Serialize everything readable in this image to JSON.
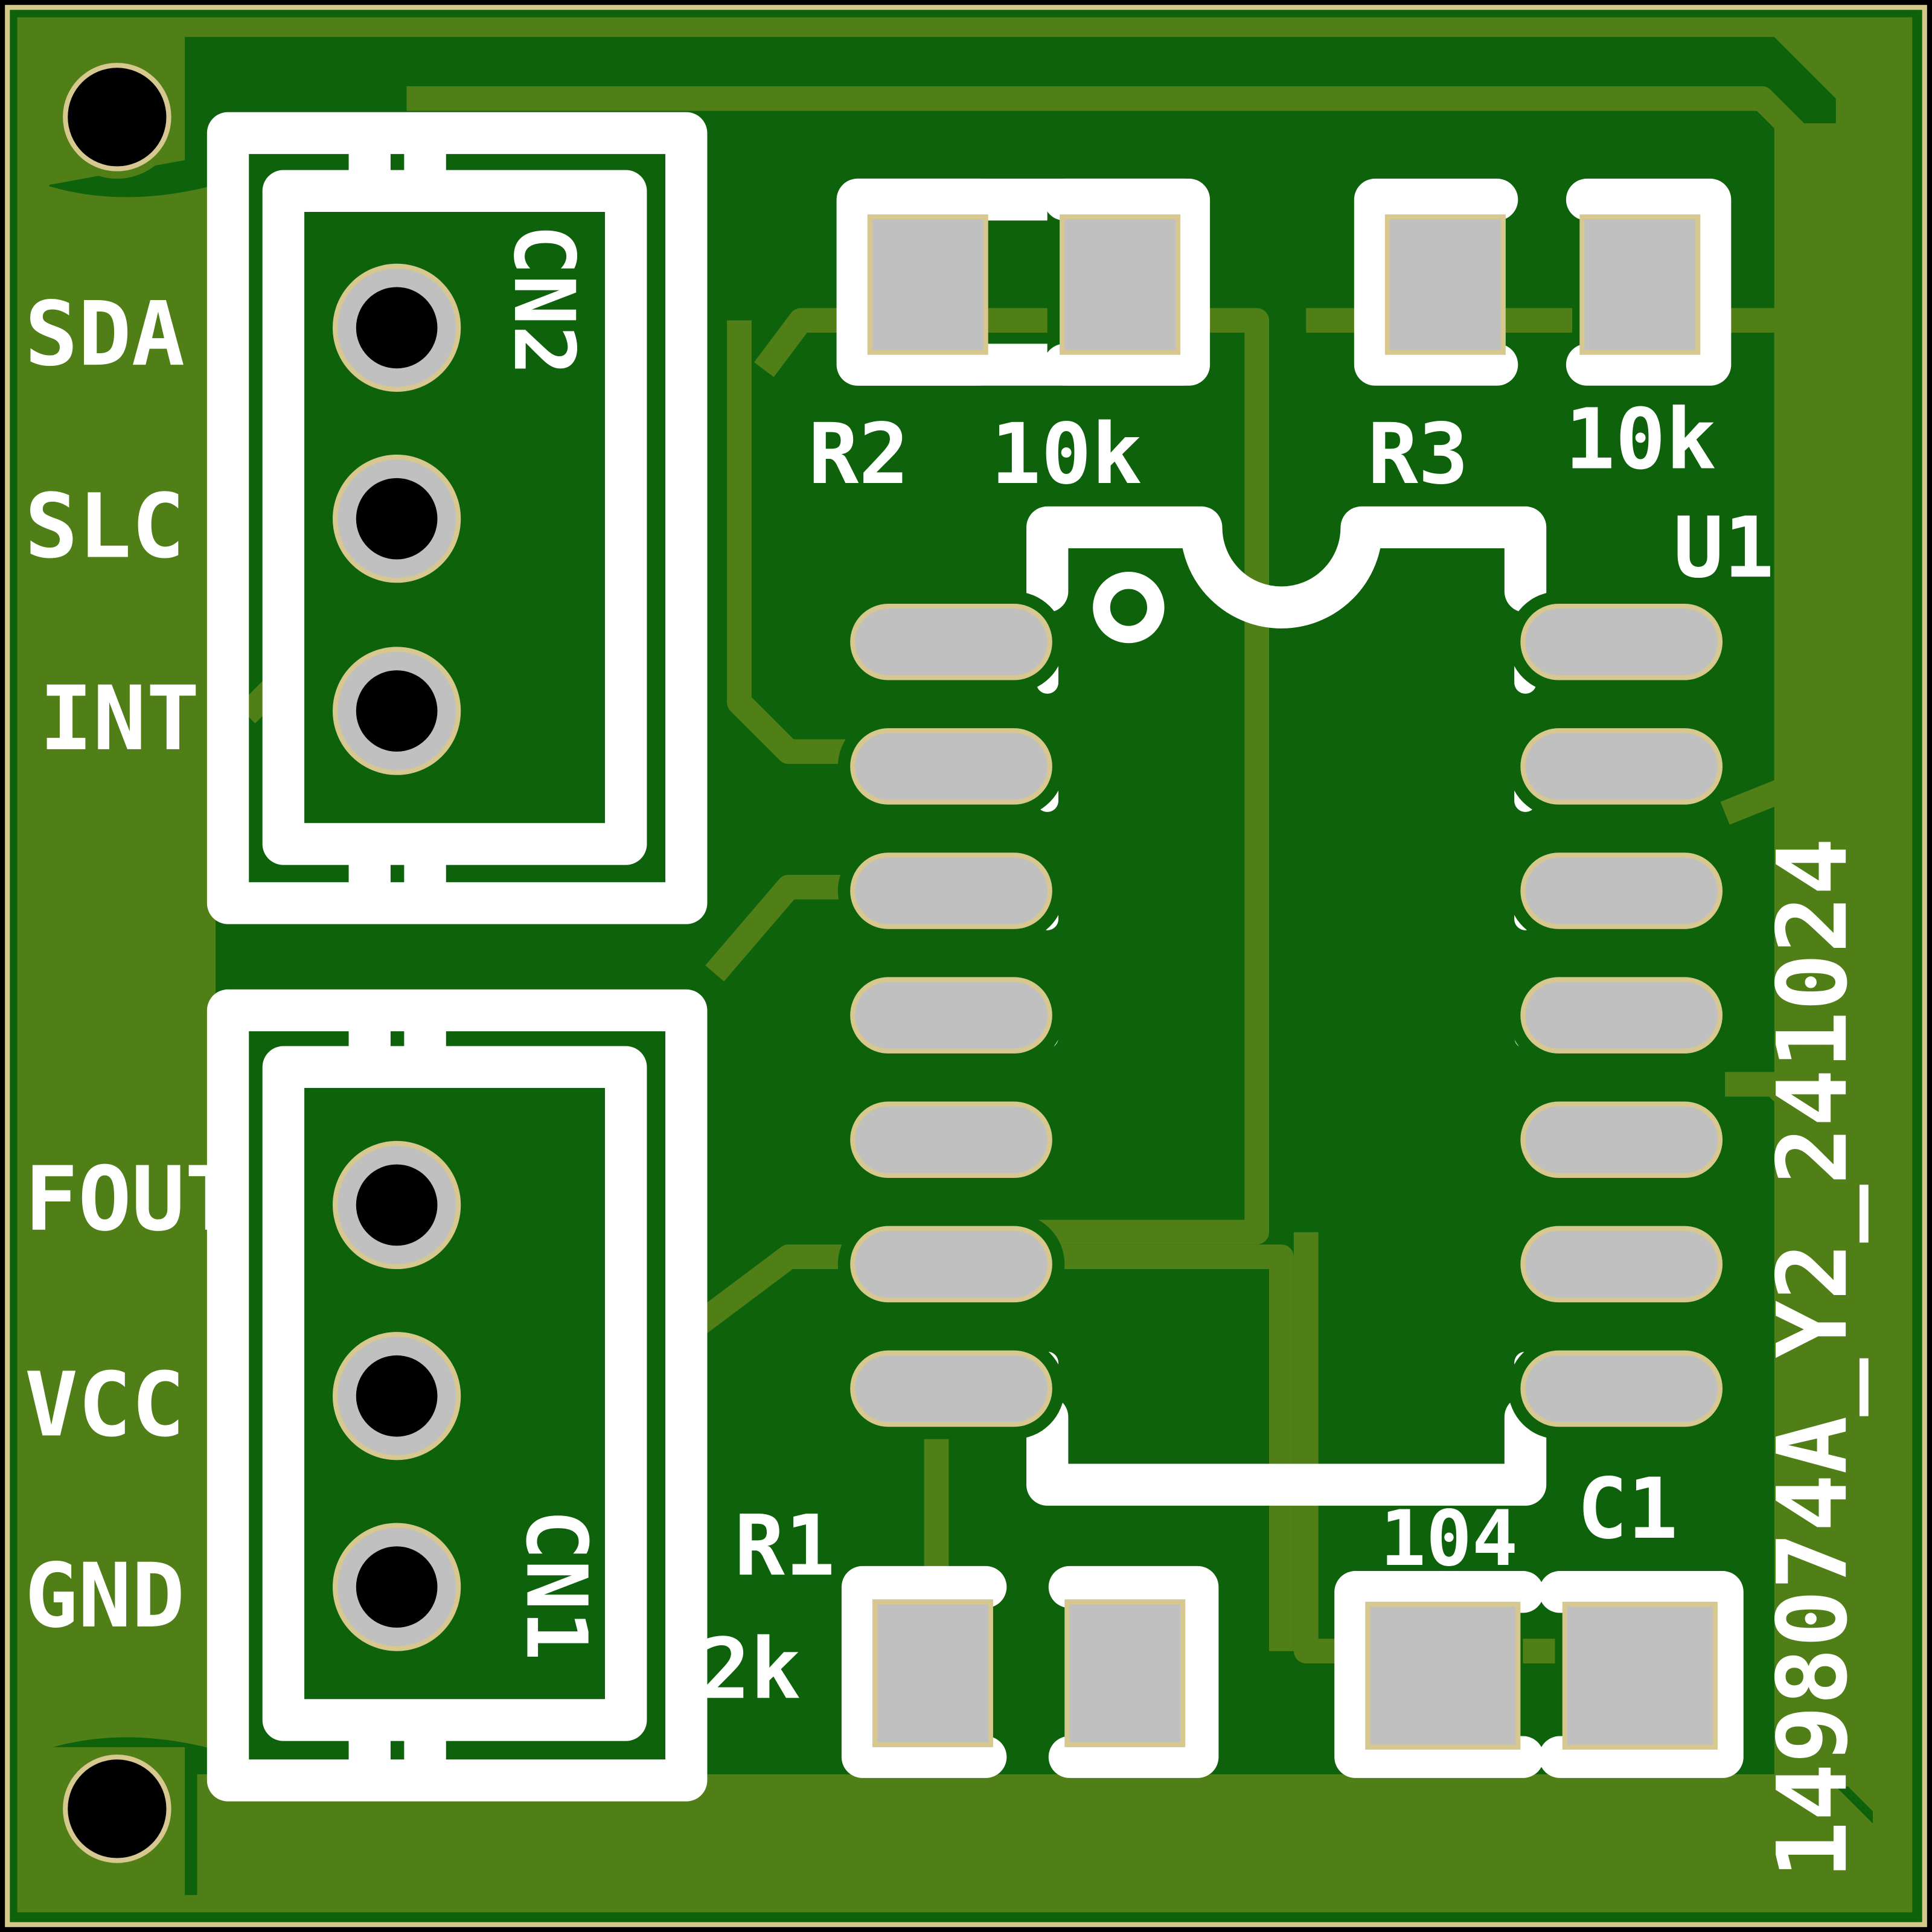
{
  "board": {
    "colors": {
      "edge": "#d4c98a",
      "mask": "#0f620c",
      "copper": "#4f7f16",
      "silkscreen": "#ffffff",
      "pad": "#c0c0c0",
      "drill": "#000000"
    }
  },
  "connectors": {
    "cn2": {
      "ref": "CN2",
      "pins": [
        "SDA",
        "SLC",
        "INT"
      ]
    },
    "cn1": {
      "ref": "CN1",
      "pins": [
        "FOUT",
        "VCC",
        "GND"
      ]
    }
  },
  "components": {
    "r2": {
      "ref": "R2",
      "value": "10k"
    },
    "r3": {
      "ref": "R3",
      "value": "10k"
    },
    "r1": {
      "ref": "R1",
      "value": "2k"
    },
    "c1": {
      "ref": "C1",
      "value": "104"
    },
    "u1": {
      "ref": "U1",
      "pin1_marker": "o"
    }
  },
  "board_id": "1498074A_Y2_241024"
}
